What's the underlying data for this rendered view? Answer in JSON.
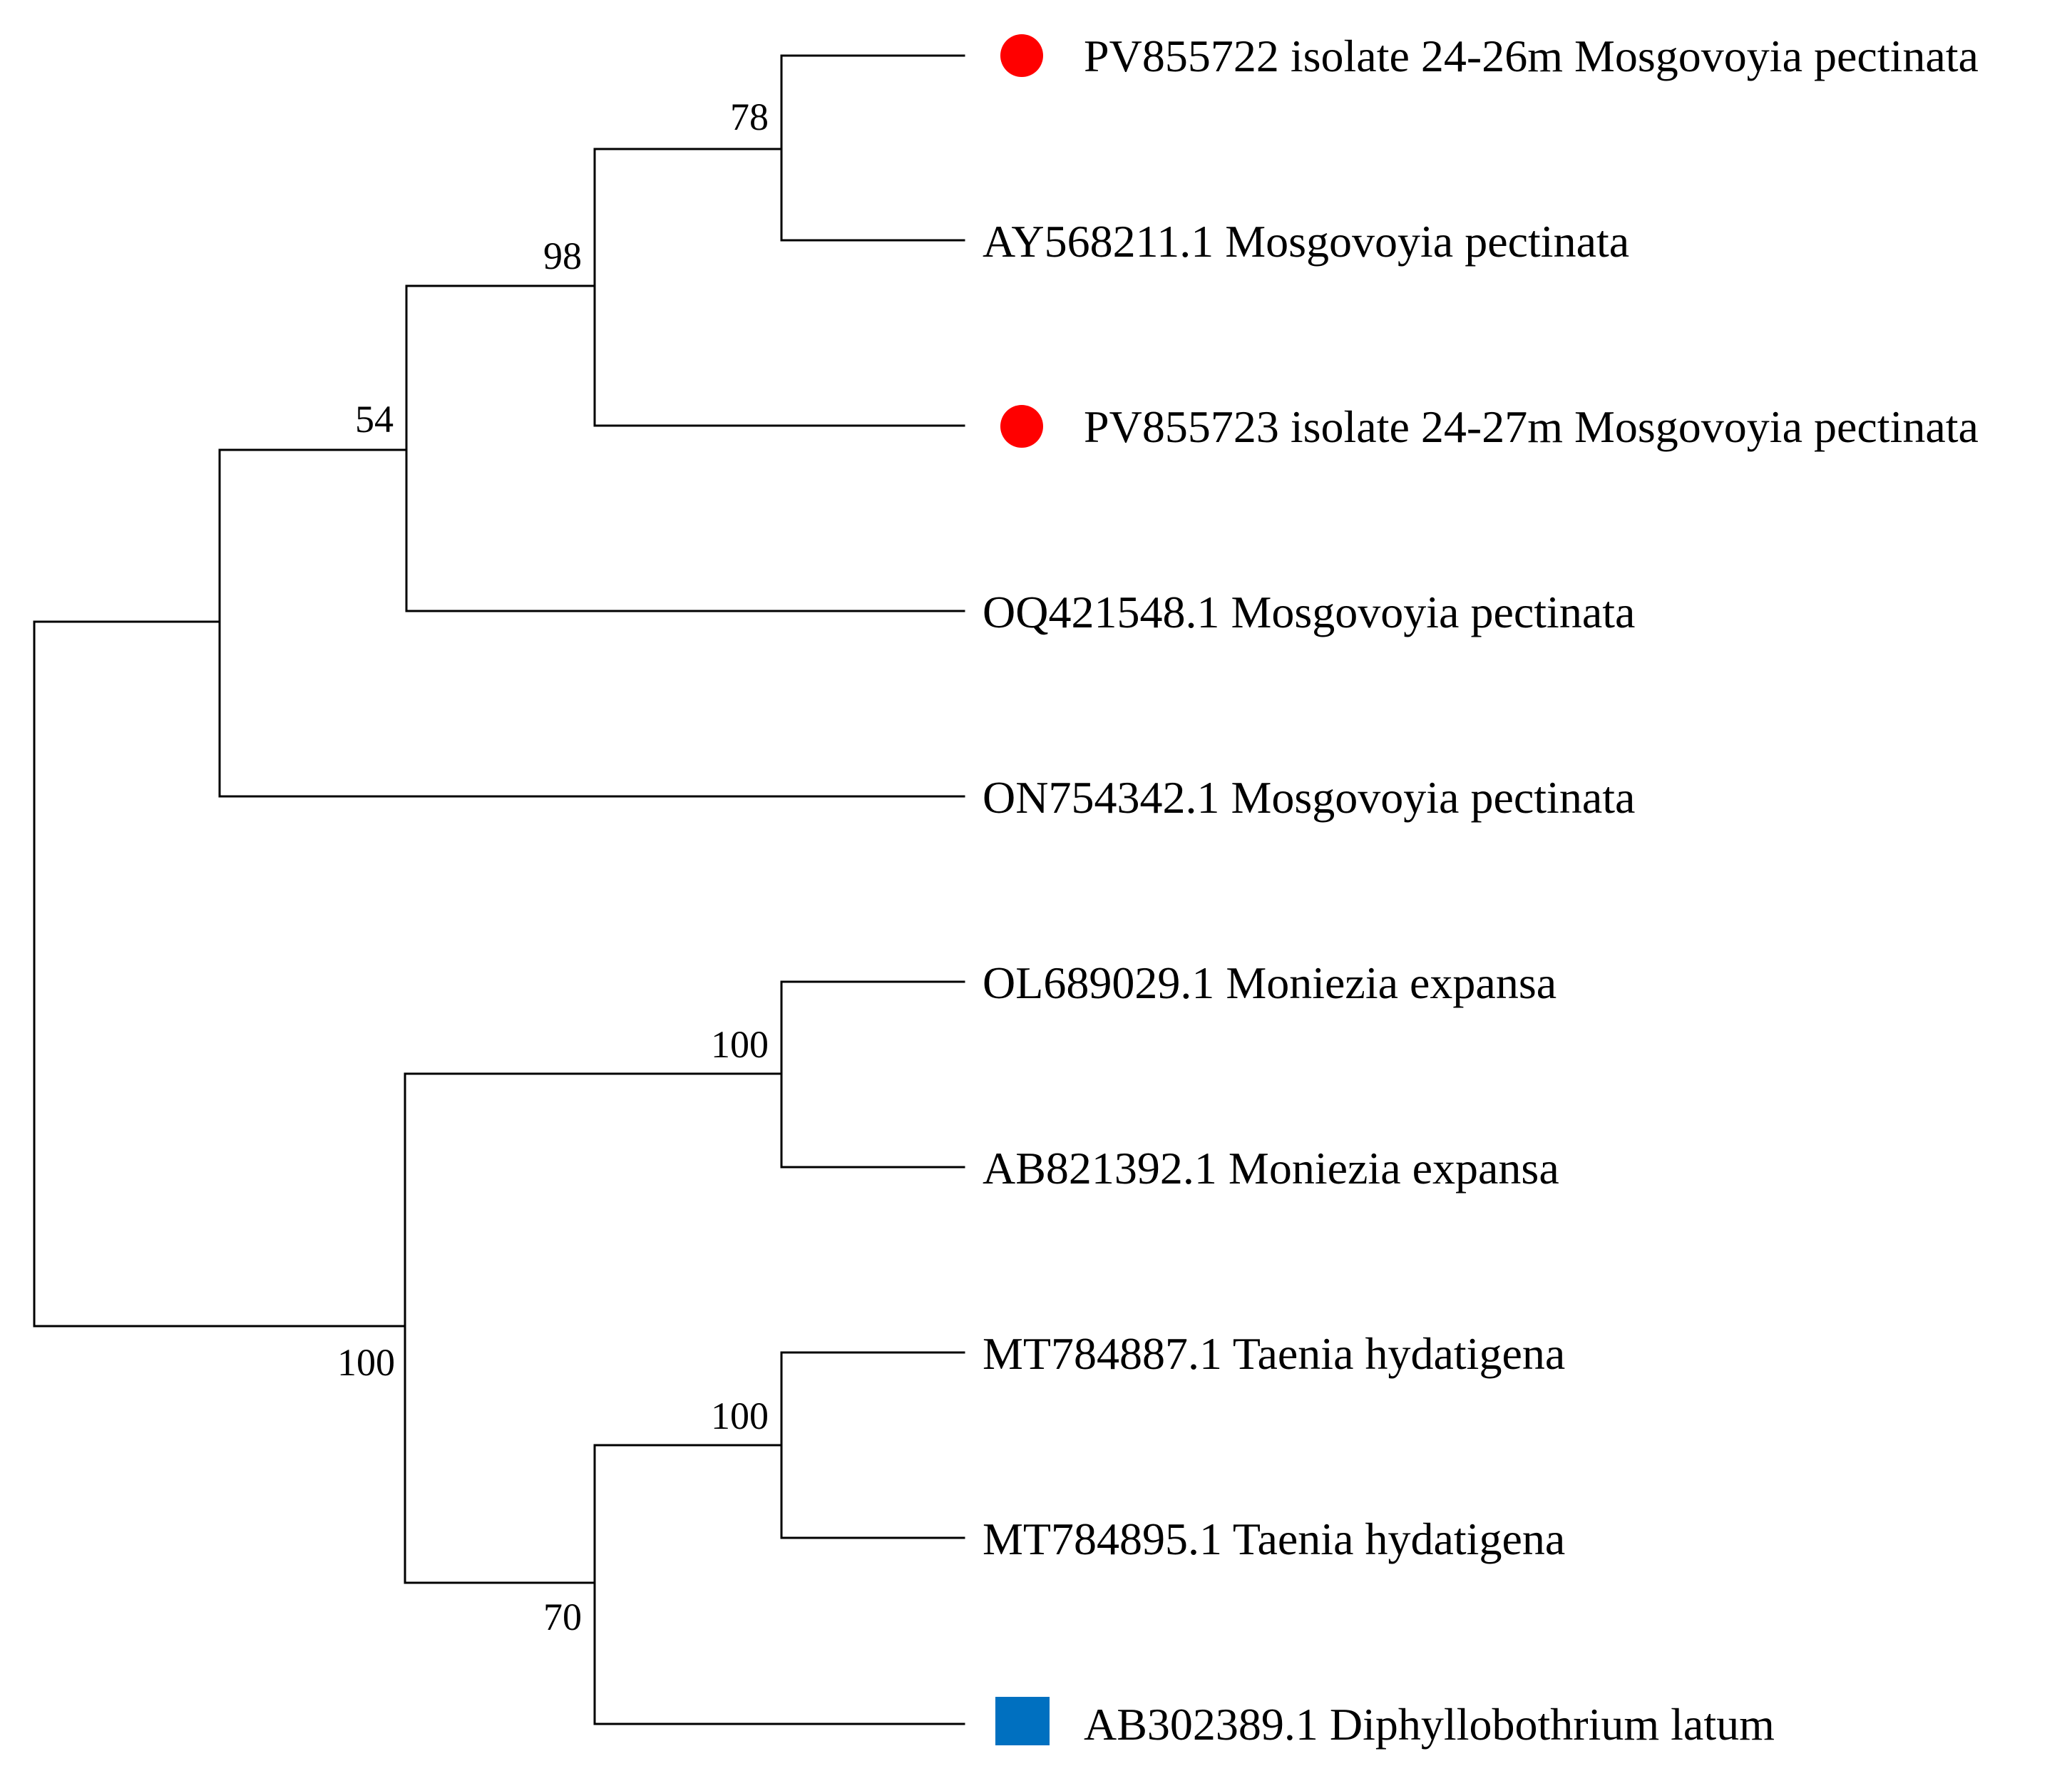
{
  "tree": {
    "support_values": [
      "78",
      "98",
      "54",
      "100",
      "100",
      "100",
      "70"
    ],
    "taxa": [
      {
        "label": "PV855722 isolate 24-26m Mosgovoyia pectinata",
        "marker": "circle",
        "marker_color": "#ff0000"
      },
      {
        "label": "AY568211.1 Mosgovoyia pectinata",
        "marker": "none"
      },
      {
        "label": "PV855723 isolate 24-27m Mosgovoyia pectinata",
        "marker": "circle",
        "marker_color": "#ff0000"
      },
      {
        "label": "OQ421548.1 Mosgovoyia pectinata",
        "marker": "none"
      },
      {
        "label": "ON754342.1 Mosgovoyia pectinata",
        "marker": "none"
      },
      {
        "label": "OL689029.1 Moniezia expansa",
        "marker": "none"
      },
      {
        "label": "AB821392.1 Moniezia expansa",
        "marker": "none"
      },
      {
        "label": "MT784887.1 Taenia hydatigena",
        "marker": "none"
      },
      {
        "label": "MT784895.1 Taenia hydatigena",
        "marker": "none"
      },
      {
        "label": "AB302389.1 Diphyllobothrium latum",
        "marker": "square",
        "marker_color": "#0070c0"
      }
    ]
  }
}
